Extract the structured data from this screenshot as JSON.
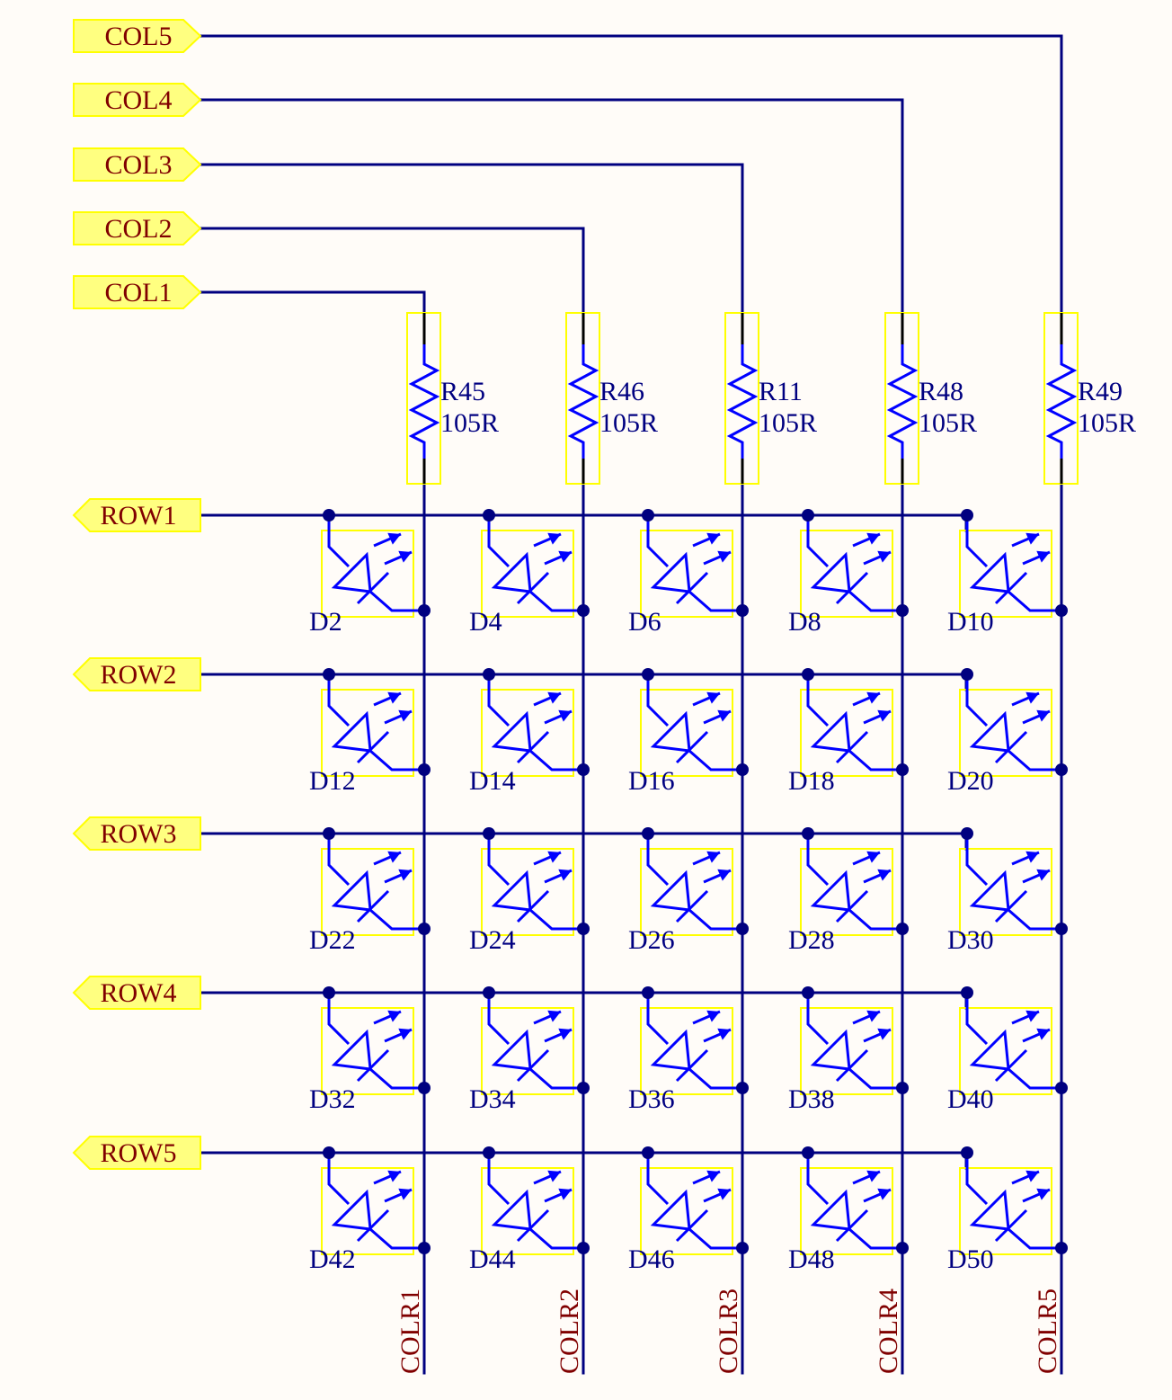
{
  "colors": {
    "background": "#FFFCF8",
    "wire": "#000080",
    "symbol": "#0000FF",
    "port_fill": "#FFFF80",
    "port_border": "#FFFF00",
    "port_text": "#800000",
    "label_text": "#000080",
    "junction": "#000080"
  },
  "col_ports": [
    "COL1",
    "COL2",
    "COL3",
    "COL4",
    "COL5"
  ],
  "row_ports": [
    "ROW1",
    "ROW2",
    "ROW3",
    "ROW4",
    "ROW5"
  ],
  "resistors": [
    {
      "designator": "R45",
      "value": "105R"
    },
    {
      "designator": "R46",
      "value": "105R"
    },
    {
      "designator": "R11",
      "value": "105R"
    },
    {
      "designator": "R48",
      "value": "105R"
    },
    {
      "designator": "R49",
      "value": "105R"
    }
  ],
  "leds": [
    [
      "D2",
      "D4",
      "D6",
      "D8",
      "D10"
    ],
    [
      "D12",
      "D14",
      "D16",
      "D18",
      "D20"
    ],
    [
      "D22",
      "D24",
      "D26",
      "D28",
      "D30"
    ],
    [
      "D32",
      "D34",
      "D36",
      "D38",
      "D40"
    ],
    [
      "D42",
      "D44",
      "D46",
      "D48",
      "D50"
    ]
  ],
  "column_nets": [
    "COLR1",
    "COLR2",
    "COLR3",
    "COLR4",
    "COLR5"
  ]
}
